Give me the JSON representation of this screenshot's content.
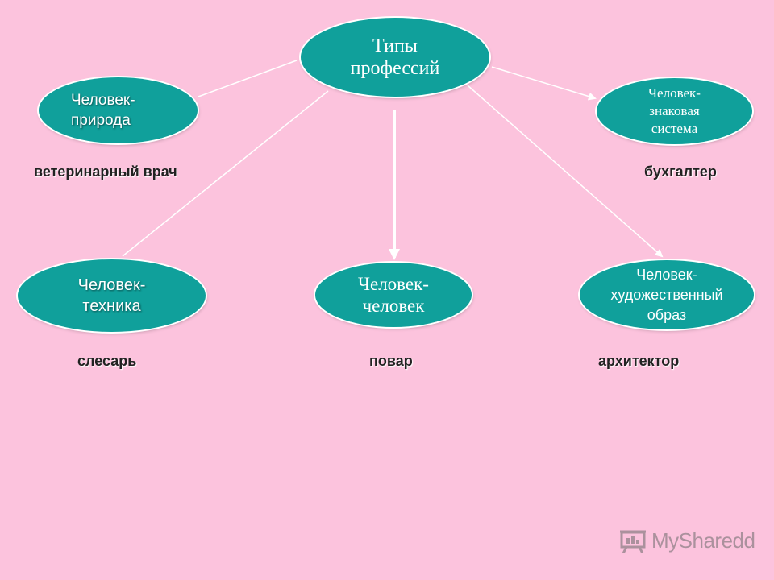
{
  "colors": {
    "background": "#fcc3dd",
    "node_fill": "#10a09b",
    "node_text": "#ffffff",
    "connector": "#ffffff",
    "example_text": "#222222"
  },
  "nodes": {
    "center": "Типы\nпрофессий",
    "nature": "Человек-\nприрода",
    "sign": "Человек-\nзнаковая\nсистема",
    "tech": "Человек-\nтехника",
    "human": "Человек-\nчеловек",
    "art": "Человек-\nхудожественный\nобраз"
  },
  "examples": {
    "nature": "ветеринарный врач",
    "sign": "бухгалтер",
    "tech": "слесарь",
    "human": "повар",
    "art": "архитектор"
  },
  "connections": [
    {
      "from": "center",
      "to": "nature",
      "arrow": false
    },
    {
      "from": "center",
      "to": "sign",
      "arrow": true
    },
    {
      "from": "center",
      "to": "tech",
      "arrow": false
    },
    {
      "from": "center",
      "to": "human",
      "arrow": true
    },
    {
      "from": "center",
      "to": "art",
      "arrow": true
    }
  ],
  "watermark": {
    "text": "MySharedd",
    "icon": "presentation-board-icon"
  }
}
